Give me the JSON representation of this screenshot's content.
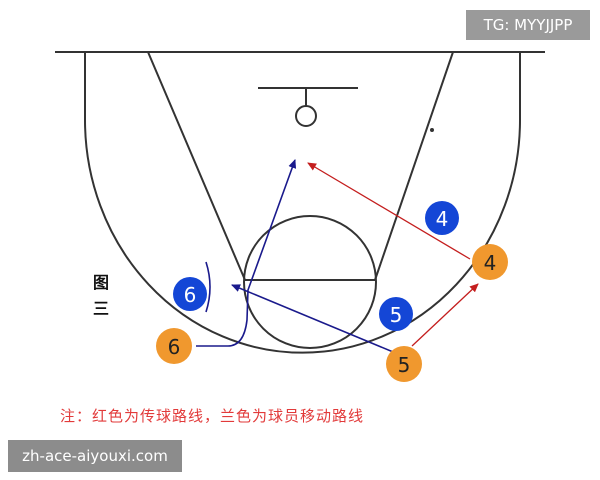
{
  "tag": "TG: MYYJJPP",
  "watermark": "zh-ace-aiyouxi.com",
  "figure_label": "图三",
  "note": "注：红色为传球路线，兰色为球员移动路线",
  "colors": {
    "offense": "#f0982e",
    "defense": "#1446d6",
    "pass_route": "#c41e1e",
    "move_route": "#1a1a8c",
    "court_line": "#333333"
  },
  "players": {
    "defense_4": {
      "label": "4",
      "team": "defense"
    },
    "offense_4": {
      "label": "4",
      "team": "offense"
    },
    "defense_5": {
      "label": "5",
      "team": "defense"
    },
    "offense_5": {
      "label": "5",
      "team": "offense"
    },
    "defense_6": {
      "label": "6",
      "team": "defense"
    },
    "offense_6": {
      "label": "6",
      "team": "offense"
    }
  }
}
